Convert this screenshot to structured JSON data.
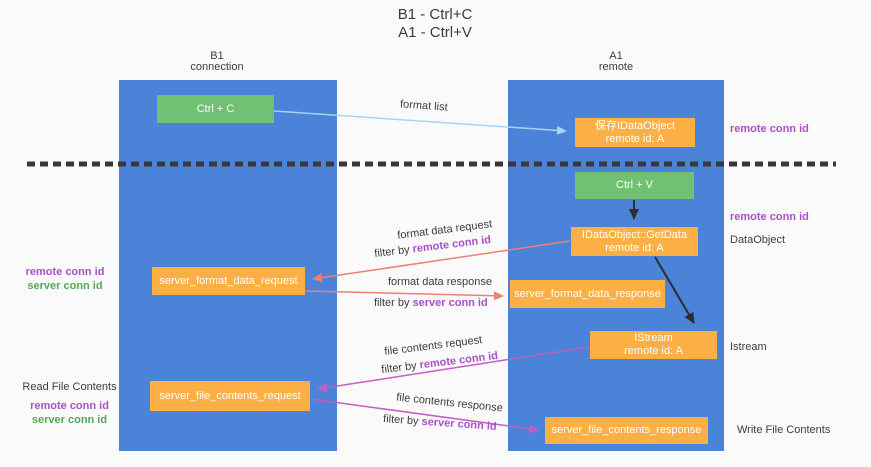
{
  "title": {
    "line1": "B1 - Ctrl+C",
    "line2": "A1 - Ctrl+V"
  },
  "columns": {
    "left": {
      "name": "B1",
      "role": "connection"
    },
    "right": {
      "name": "A1",
      "role": "remote"
    }
  },
  "terms": {
    "remote_conn_id": "remote conn id",
    "server_conn_id": "server conn id",
    "filter_by": "filter by "
  },
  "boxes": {
    "ctrl_c": "Ctrl + C",
    "ctrl_v": "Ctrl + V",
    "save_idataobject": {
      "line1": "保存IDataObject",
      "line2": "remote id: A"
    },
    "getdata": {
      "line1": "IDataObject::GetData",
      "line2": "remote id: A"
    },
    "istream": {
      "line1": "IStream",
      "line2": "remote id: A"
    },
    "format_request": "server_format_data_request",
    "format_response": "server_format_data_response",
    "file_request": "server_file_contents_request",
    "file_response": "server_file_contents_response"
  },
  "arrows": {
    "format_list": "format list",
    "format_data_request": "format data request",
    "format_data_response": "format data response",
    "file_contents_request": "file contents request",
    "file_contents_response": "file contents response"
  },
  "annotations": {
    "dataobject": "DataObject",
    "istream": "Istream",
    "read_file_contents": "Read File Contents",
    "write_file_contents": "Write File Contents"
  },
  "colors": {
    "column_blue": "#4b83d8",
    "box_orange": "#fbaf45",
    "box_green": "#70c173",
    "arrow_light_blue": "#a9d3f3",
    "arrow_salmon": "#ee8173",
    "arrow_magenta": "#c35ec3",
    "dashed_line": "#383838",
    "text_purple": "#a850c8",
    "text_green": "#55a858"
  }
}
